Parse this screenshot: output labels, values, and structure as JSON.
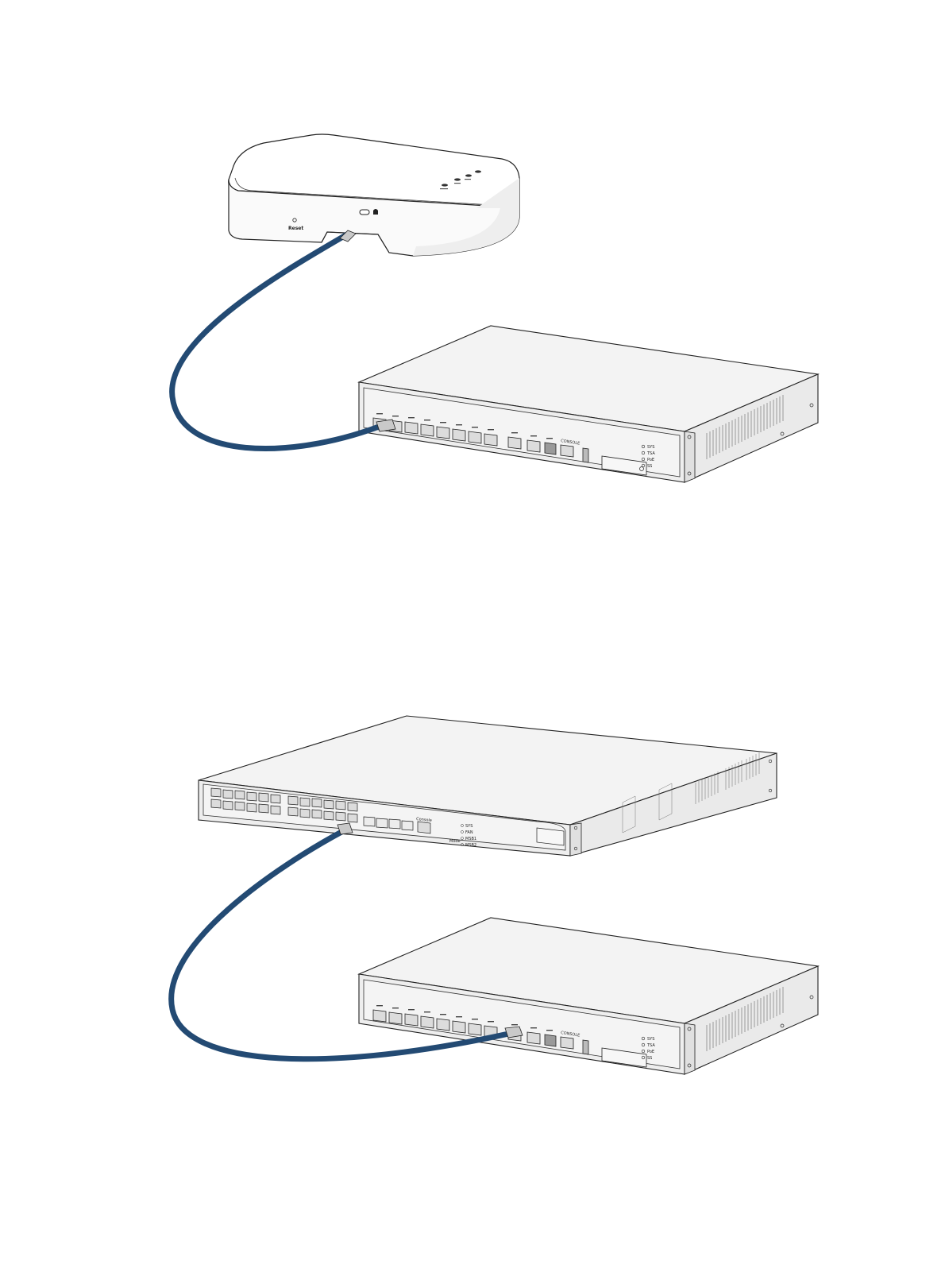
{
  "diagram": {
    "scenes": [
      {
        "id": "scene-1",
        "upper_device": {
          "type": "cloud-box / desktop access point",
          "label_reset": "Reset"
        },
        "lower_device": {
          "type": "rack router",
          "led_labels": [
            "SYS",
            "TSA",
            "PoE",
            "SS"
          ],
          "console_label": "CONSOLE"
        },
        "cable_color": "#234a73"
      },
      {
        "id": "scene-2",
        "upper_device": {
          "type": "rack switch",
          "led_labels": [
            "SYS",
            "FAN",
            "MSB1",
            "MSB2"
          ],
          "console_label": "Console",
          "mode_label": "Mode"
        },
        "lower_device": {
          "type": "rack router",
          "led_labels": [
            "SYS",
            "TSA",
            "PoE",
            "SS"
          ],
          "console_label": "CONSOLE"
        },
        "cable_color": "#234a73"
      }
    ],
    "colors": {
      "outline": "#222222",
      "panel": "#f2f2f2",
      "face": "#e9e9e9",
      "cable": "#234a73"
    }
  }
}
